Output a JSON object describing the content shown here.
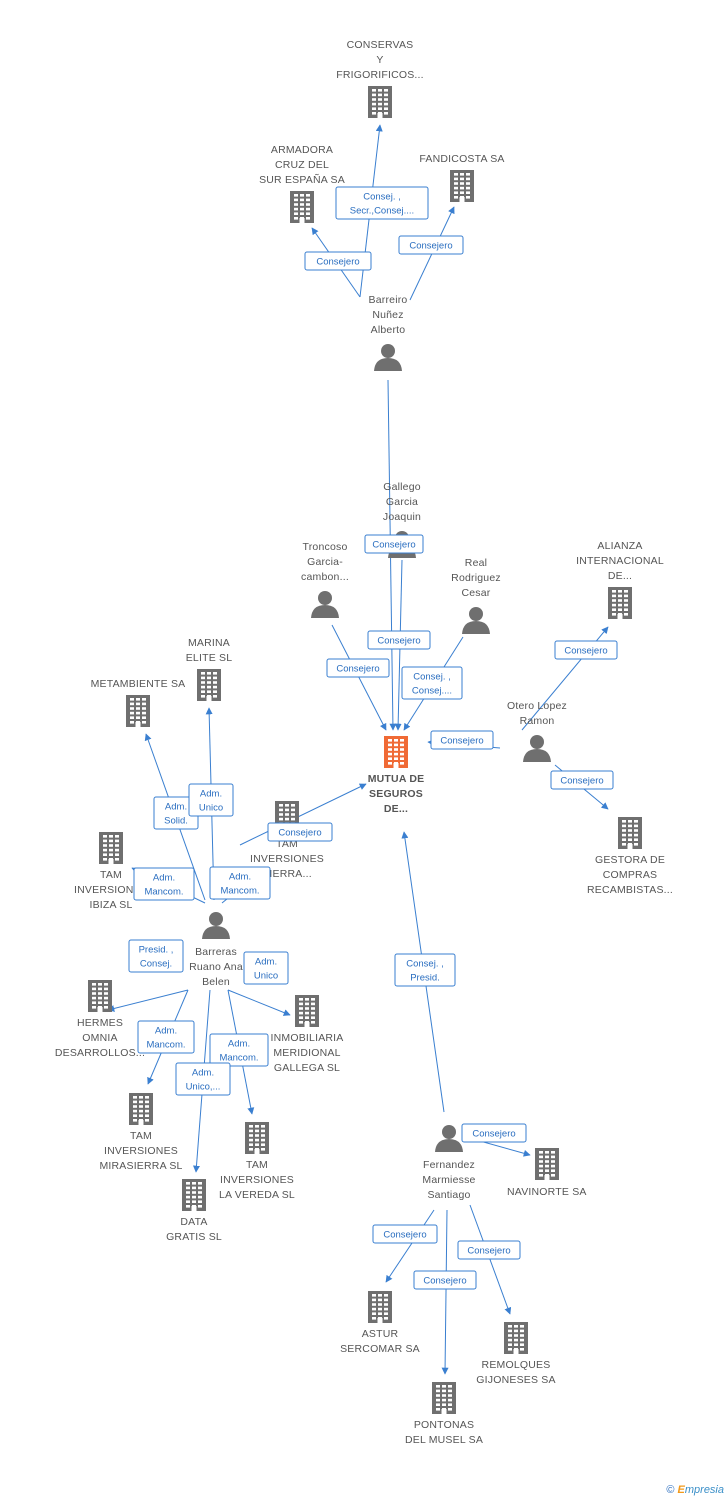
{
  "colors": {
    "edge": "#3a7fd0",
    "icon": "#6f6f6f",
    "focus_icon": "#f06a35"
  },
  "footer": {
    "copyright": "©",
    "brand_initial": "E",
    "brand_rest": "mpresia"
  },
  "nodes": [
    {
      "id": "mutua",
      "kind": "company",
      "focus": true,
      "lines": [
        "MUTUA DE",
        "SEGUROS",
        "DE..."
      ]
    },
    {
      "id": "conservas",
      "kind": "company",
      "lines": [
        "CONSERVAS",
        "Y",
        "FRIGORIFICOS..."
      ]
    },
    {
      "id": "armadora",
      "kind": "company",
      "lines": [
        "ARMADORA",
        "CRUZ DEL",
        "SUR ESPAÑA SA"
      ]
    },
    {
      "id": "fandicosta",
      "kind": "company",
      "lines": [
        "FANDICOSTA SA"
      ]
    },
    {
      "id": "barreiro",
      "kind": "person",
      "lines": [
        "Barreiro",
        "Nuñez",
        "Alberto"
      ]
    },
    {
      "id": "gallego",
      "kind": "person",
      "lines": [
        "Gallego",
        "Garcia",
        "Joaquin"
      ]
    },
    {
      "id": "troncoso",
      "kind": "person",
      "lines": [
        "Troncoso",
        "Garcia-",
        "cambon..."
      ]
    },
    {
      "id": "real",
      "kind": "person",
      "lines": [
        "Real",
        "Rodriguez",
        "Cesar"
      ]
    },
    {
      "id": "alianza",
      "kind": "company",
      "lines": [
        "ALIANZA",
        "INTERNACIONAL",
        "DE..."
      ]
    },
    {
      "id": "otero",
      "kind": "person",
      "lines": [
        "Otero Lopez",
        "Ramon"
      ]
    },
    {
      "id": "gestora",
      "kind": "company",
      "lines": [
        "GESTORA DE",
        "COMPRAS",
        "RECAMBISTAS..."
      ]
    },
    {
      "id": "marina",
      "kind": "company",
      "lines": [
        "MARINA",
        "ELITE  SL"
      ]
    },
    {
      "id": "metambiente",
      "kind": "company",
      "lines": [
        "METAMBIENTE SA"
      ]
    },
    {
      "id": "tam_inv_sierra",
      "kind": "company",
      "lines": [
        "TAM",
        "INVERSIONES",
        "SIERRA..."
      ]
    },
    {
      "id": "tam_ibiza",
      "kind": "company",
      "lines": [
        "TAM",
        "INVERSIONES",
        "IBIZA SL"
      ]
    },
    {
      "id": "barreras",
      "kind": "person",
      "lines": [
        "Barreras",
        "Ruano Ana",
        "Belen"
      ]
    },
    {
      "id": "hermes",
      "kind": "company",
      "lines": [
        "HERMES",
        "OMNIA",
        "DESARROLLOS..."
      ]
    },
    {
      "id": "inmobiliaria",
      "kind": "company",
      "lines": [
        "INMOBILIARIA",
        "MERIDIONAL",
        "GALLEGA SL"
      ]
    },
    {
      "id": "tam_mirasierra",
      "kind": "company",
      "lines": [
        "TAM",
        "INVERSIONES",
        "MIRASIERRA SL"
      ]
    },
    {
      "id": "tam_vereda",
      "kind": "company",
      "lines": [
        "TAM",
        "INVERSIONES",
        "LA VEREDA  SL"
      ]
    },
    {
      "id": "data_gratis",
      "kind": "company",
      "lines": [
        "DATA",
        "GRATIS SL"
      ]
    },
    {
      "id": "fernandez",
      "kind": "person",
      "lines": [
        "Fernandez",
        "Marmiesse",
        "Santiago"
      ]
    },
    {
      "id": "navinorte",
      "kind": "company",
      "lines": [
        "NAVINORTE SA"
      ]
    },
    {
      "id": "astur",
      "kind": "company",
      "lines": [
        "ASTUR",
        "SERCOMAR SA"
      ]
    },
    {
      "id": "remolques",
      "kind": "company",
      "lines": [
        "REMOLQUES",
        "GIJONESES SA"
      ]
    },
    {
      "id": "pontonas",
      "kind": "company",
      "lines": [
        "PONTONAS",
        "DEL MUSEL SA"
      ]
    }
  ],
  "edges": [
    {
      "id": "e1",
      "from": "barreiro",
      "to": "conservas",
      "lines": [
        "Consej. ,",
        "Secr.,Consej...."
      ]
    },
    {
      "id": "e2",
      "from": "barreiro",
      "to": "armadora",
      "lines": [
        "Consejero"
      ]
    },
    {
      "id": "e3",
      "from": "barreiro",
      "to": "fandicosta",
      "lines": [
        "Consejero"
      ]
    },
    {
      "id": "e4",
      "from": "barreiro",
      "to": "mutua",
      "lines": [
        "Consejero"
      ]
    },
    {
      "id": "e5",
      "from": "gallego",
      "to": "mutua",
      "lines": [
        "Consejero"
      ]
    },
    {
      "id": "e6",
      "from": "troncoso",
      "to": "mutua",
      "lines": [
        "Consejero"
      ]
    },
    {
      "id": "e7",
      "from": "real",
      "to": "mutua",
      "lines": [
        "Consej. ,",
        "Consej...."
      ]
    },
    {
      "id": "e8",
      "from": "otero",
      "to": "mutua",
      "lines": [
        "Consejero"
      ]
    },
    {
      "id": "e9",
      "from": "otero",
      "to": "alianza",
      "lines": [
        "Consejero"
      ]
    },
    {
      "id": "e10",
      "from": "otero",
      "to": "gestora",
      "lines": [
        "Consejero"
      ]
    },
    {
      "id": "e11",
      "from": "barreras",
      "to": "mutua",
      "lines": [
        "Consejero"
      ]
    },
    {
      "id": "e12",
      "from": "barreras",
      "to": "metambiente",
      "lines": [
        "Adm.",
        "Solid."
      ]
    },
    {
      "id": "e13",
      "from": "barreras",
      "to": "marina",
      "lines": [
        "Adm.",
        "Unico"
      ]
    },
    {
      "id": "e14",
      "from": "barreras",
      "to": "tam_ibiza",
      "lines": [
        "Adm.",
        "Mancom."
      ]
    },
    {
      "id": "e15",
      "from": "barreras",
      "to": "tam_inv_sierra",
      "lines": [
        "Adm.",
        "Mancom."
      ]
    },
    {
      "id": "e16",
      "from": "barreras",
      "to": "hermes",
      "lines": [
        "Presid. ,",
        "Consej."
      ]
    },
    {
      "id": "e17",
      "from": "barreras",
      "to": "inmobiliaria",
      "lines": [
        "Adm.",
        "Unico"
      ]
    },
    {
      "id": "e18",
      "from": "barreras",
      "to": "tam_mirasierra",
      "lines": [
        "Adm.",
        "Mancom."
      ]
    },
    {
      "id": "e19",
      "from": "barreras",
      "to": "tam_vereda",
      "lines": [
        "Adm.",
        "Mancom."
      ]
    },
    {
      "id": "e20",
      "from": "barreras",
      "to": "data_gratis",
      "lines": [
        "Adm.",
        "Unico,..."
      ]
    },
    {
      "id": "e21",
      "from": "fernandez",
      "to": "mutua",
      "lines": [
        "Consej. ,",
        "Presid."
      ]
    },
    {
      "id": "e22",
      "from": "fernandez",
      "to": "navinorte",
      "lines": [
        "Consejero"
      ]
    },
    {
      "id": "e23",
      "from": "fernandez",
      "to": "astur",
      "lines": [
        "Consejero"
      ]
    },
    {
      "id": "e24",
      "from": "fernandez",
      "to": "pontonas",
      "lines": [
        "Consejero"
      ]
    },
    {
      "id": "e25",
      "from": "fernandez",
      "to": "remolques",
      "lines": [
        "Consejero"
      ]
    }
  ]
}
